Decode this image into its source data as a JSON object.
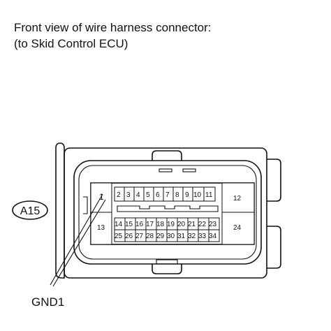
{
  "title": {
    "line1": "Front view of wire harness connector:",
    "line2": "(to Skid Control ECU)"
  },
  "connector": {
    "code": "A15",
    "callout_label": "GND1",
    "callout_pin": "1",
    "pins": {
      "left_tall": "1",
      "top_row": [
        "2",
        "3",
        "4",
        "5",
        "6",
        "7",
        "8",
        "9",
        "10",
        "11"
      ],
      "middle_left": "13",
      "row2": [
        "14",
        "15",
        "16",
        "17",
        "18",
        "19",
        "20",
        "21",
        "22",
        "23"
      ],
      "row3": [
        "25",
        "26",
        "27",
        "28",
        "29",
        "30",
        "31",
        "32",
        "33",
        "34"
      ],
      "right_top": "12",
      "right_bottom": "24"
    }
  }
}
